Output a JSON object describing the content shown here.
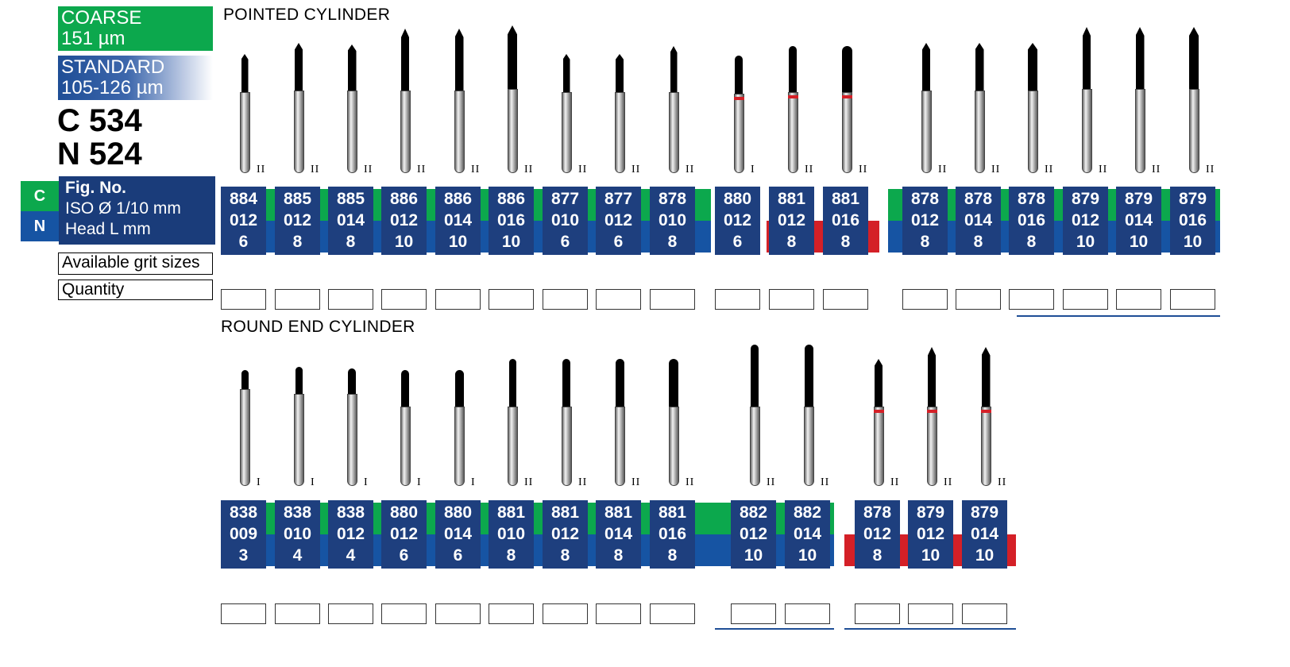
{
  "legend": {
    "coarse_title": "COARSE",
    "coarse_grit": "151 µm",
    "standard_title": "STANDARD",
    "standard_grit": "105-126 µm",
    "coarse_model": "C 534",
    "standard_model": "N 524",
    "c_letter": "C",
    "n_letter": "N",
    "fig_no": "Fig. No.",
    "iso": "ISO Ø 1/10 mm",
    "head_len": "Head L mm",
    "available": "Available grit sizes",
    "quantity": "Quantity"
  },
  "colors": {
    "coarse": "#0ca84d",
    "standard": "#1654a3",
    "fine": "#d42027",
    "tile": "#1e3f7e"
  },
  "sections": [
    {
      "title": "POINTED CYLINDER",
      "items": [
        {
          "fig": "884",
          "iso": "012",
          "len": "6",
          "grade": "II"
        },
        {
          "fig": "885",
          "iso": "012",
          "len": "8",
          "grade": "II"
        },
        {
          "fig": "885",
          "iso": "014",
          "len": "8",
          "grade": "II"
        },
        {
          "fig": "886",
          "iso": "012",
          "len": "10",
          "grade": "II"
        },
        {
          "fig": "886",
          "iso": "014",
          "len": "10",
          "grade": "II"
        },
        {
          "fig": "886",
          "iso": "016",
          "len": "10",
          "grade": "II"
        },
        {
          "fig": "877",
          "iso": "010",
          "len": "6",
          "grade": "II"
        },
        {
          "fig": "877",
          "iso": "012",
          "len": "6",
          "grade": "II"
        },
        {
          "fig": "878",
          "iso": "010",
          "len": "8",
          "grade": "II"
        },
        {
          "fig": "880",
          "iso": "012",
          "len": "6",
          "grade": "I"
        },
        {
          "fig": "881",
          "iso": "012",
          "len": "8",
          "grade": "II"
        },
        {
          "fig": "881",
          "iso": "016",
          "len": "8",
          "grade": "II"
        },
        {
          "fig": "878",
          "iso": "012",
          "len": "8",
          "grade": "II"
        },
        {
          "fig": "878",
          "iso": "014",
          "len": "8",
          "grade": "II"
        },
        {
          "fig": "878",
          "iso": "016",
          "len": "8",
          "grade": "II"
        },
        {
          "fig": "879",
          "iso": "012",
          "len": "10",
          "grade": "II"
        },
        {
          "fig": "879",
          "iso": "014",
          "len": "10",
          "grade": "II"
        },
        {
          "fig": "879",
          "iso": "016",
          "len": "10",
          "grade": "II"
        }
      ]
    },
    {
      "title": "ROUND END CYLINDER",
      "items": [
        {
          "fig": "838",
          "iso": "009",
          "len": "3",
          "grade": "I"
        },
        {
          "fig": "838",
          "iso": "010",
          "len": "4",
          "grade": "I"
        },
        {
          "fig": "838",
          "iso": "012",
          "len": "4",
          "grade": "I"
        },
        {
          "fig": "880",
          "iso": "012",
          "len": "6",
          "grade": "I"
        },
        {
          "fig": "880",
          "iso": "014",
          "len": "6",
          "grade": "I"
        },
        {
          "fig": "881",
          "iso": "010",
          "len": "8",
          "grade": "II"
        },
        {
          "fig": "881",
          "iso": "012",
          "len": "8",
          "grade": "II"
        },
        {
          "fig": "881",
          "iso": "014",
          "len": "8",
          "grade": "II"
        },
        {
          "fig": "881",
          "iso": "016",
          "len": "8",
          "grade": "II"
        },
        {
          "fig": "882",
          "iso": "012",
          "len": "10",
          "grade": "II"
        },
        {
          "fig": "882",
          "iso": "014",
          "len": "10",
          "grade": "II"
        },
        {
          "fig": "878",
          "iso": "012",
          "len": "8",
          "grade": "II"
        },
        {
          "fig": "879",
          "iso": "012",
          "len": "10",
          "grade": "II"
        },
        {
          "fig": "879",
          "iso": "014",
          "len": "10",
          "grade": "II"
        }
      ]
    }
  ]
}
